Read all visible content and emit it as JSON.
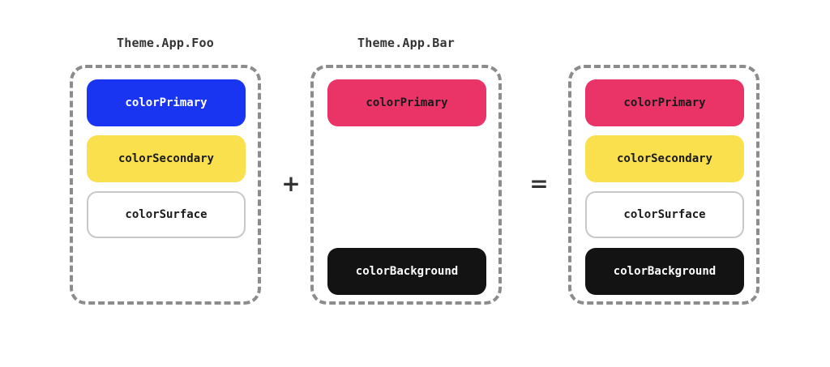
{
  "panels": [
    {
      "title": "Theme.App.Foo",
      "chips": [
        {
          "label": "colorPrimary",
          "role": "primary",
          "bg": "#1a35f2",
          "fg": "#ffffff"
        },
        {
          "label": "colorSecondary",
          "role": "secondary",
          "bg": "#fbe04e",
          "fg": "#1a1a1a"
        },
        {
          "label": "colorSurface",
          "role": "surface",
          "bg": "#ffffff",
          "fg": "#1a1a1a"
        }
      ]
    },
    {
      "title": "Theme.App.Bar",
      "chips": [
        {
          "label": "colorPrimary",
          "role": "primary",
          "bg": "#ea3468",
          "fg": "#1a1a1a"
        },
        {
          "label": "colorBackground",
          "role": "background",
          "bg": "#131313",
          "fg": "#ffffff"
        }
      ]
    },
    {
      "title": "",
      "chips": [
        {
          "label": "colorPrimary",
          "role": "primary",
          "bg": "#ea3468",
          "fg": "#1a1a1a"
        },
        {
          "label": "colorSecondary",
          "role": "secondary",
          "bg": "#fbe04e",
          "fg": "#1a1a1a"
        },
        {
          "label": "colorSurface",
          "role": "surface",
          "bg": "#ffffff",
          "fg": "#1a1a1a"
        },
        {
          "label": "colorBackground",
          "role": "background",
          "bg": "#131313",
          "fg": "#ffffff"
        }
      ]
    }
  ],
  "operators": {
    "plus": "+",
    "equals": "="
  },
  "colors": {
    "dashed_border": "#8c8c8c",
    "surface_border": "#c8c8c8",
    "title_text": "#333333"
  }
}
